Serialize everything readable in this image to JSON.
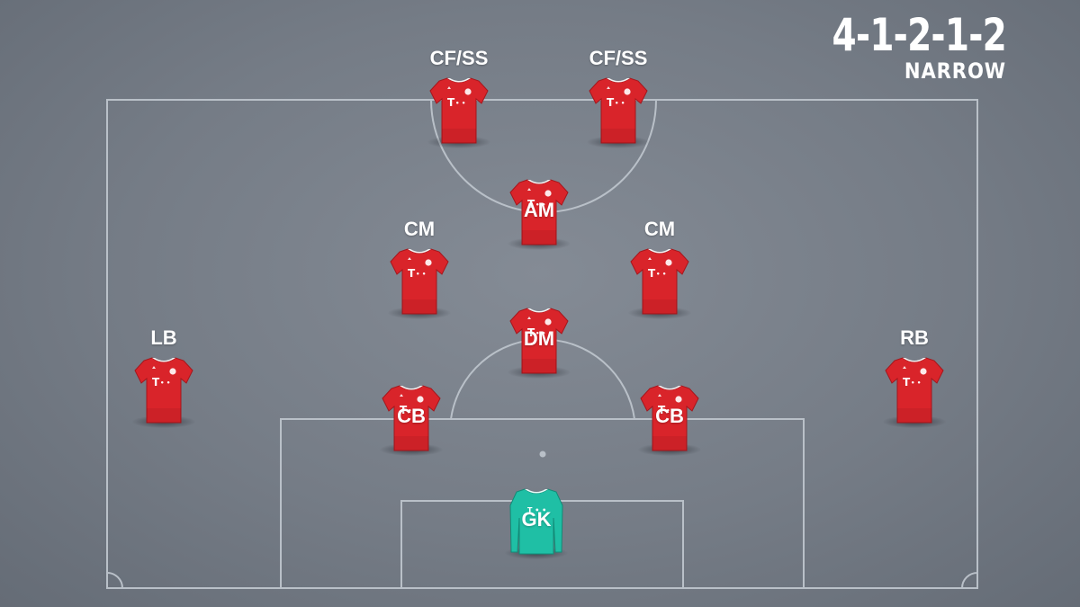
{
  "formation": {
    "name": "4-1-2-1-2",
    "variant": "NARROW"
  },
  "colors": {
    "outfield_kit": "#d9242a",
    "goalkeeper_kit": "#1fbfa5",
    "pitch_lines": "#b9c0c8"
  },
  "players": [
    {
      "label": "CF/SS",
      "kit": "outfield"
    },
    {
      "label": "CF/SS",
      "kit": "outfield"
    },
    {
      "label": "AM",
      "kit": "outfield"
    },
    {
      "label": "CM",
      "kit": "outfield"
    },
    {
      "label": "CM",
      "kit": "outfield"
    },
    {
      "label": "DM",
      "kit": "outfield"
    },
    {
      "label": "LB",
      "kit": "outfield"
    },
    {
      "label": "RB",
      "kit": "outfield"
    },
    {
      "label": "CB",
      "kit": "outfield"
    },
    {
      "label": "CB",
      "kit": "outfield"
    },
    {
      "label": "GK",
      "kit": "goalkeeper"
    }
  ]
}
